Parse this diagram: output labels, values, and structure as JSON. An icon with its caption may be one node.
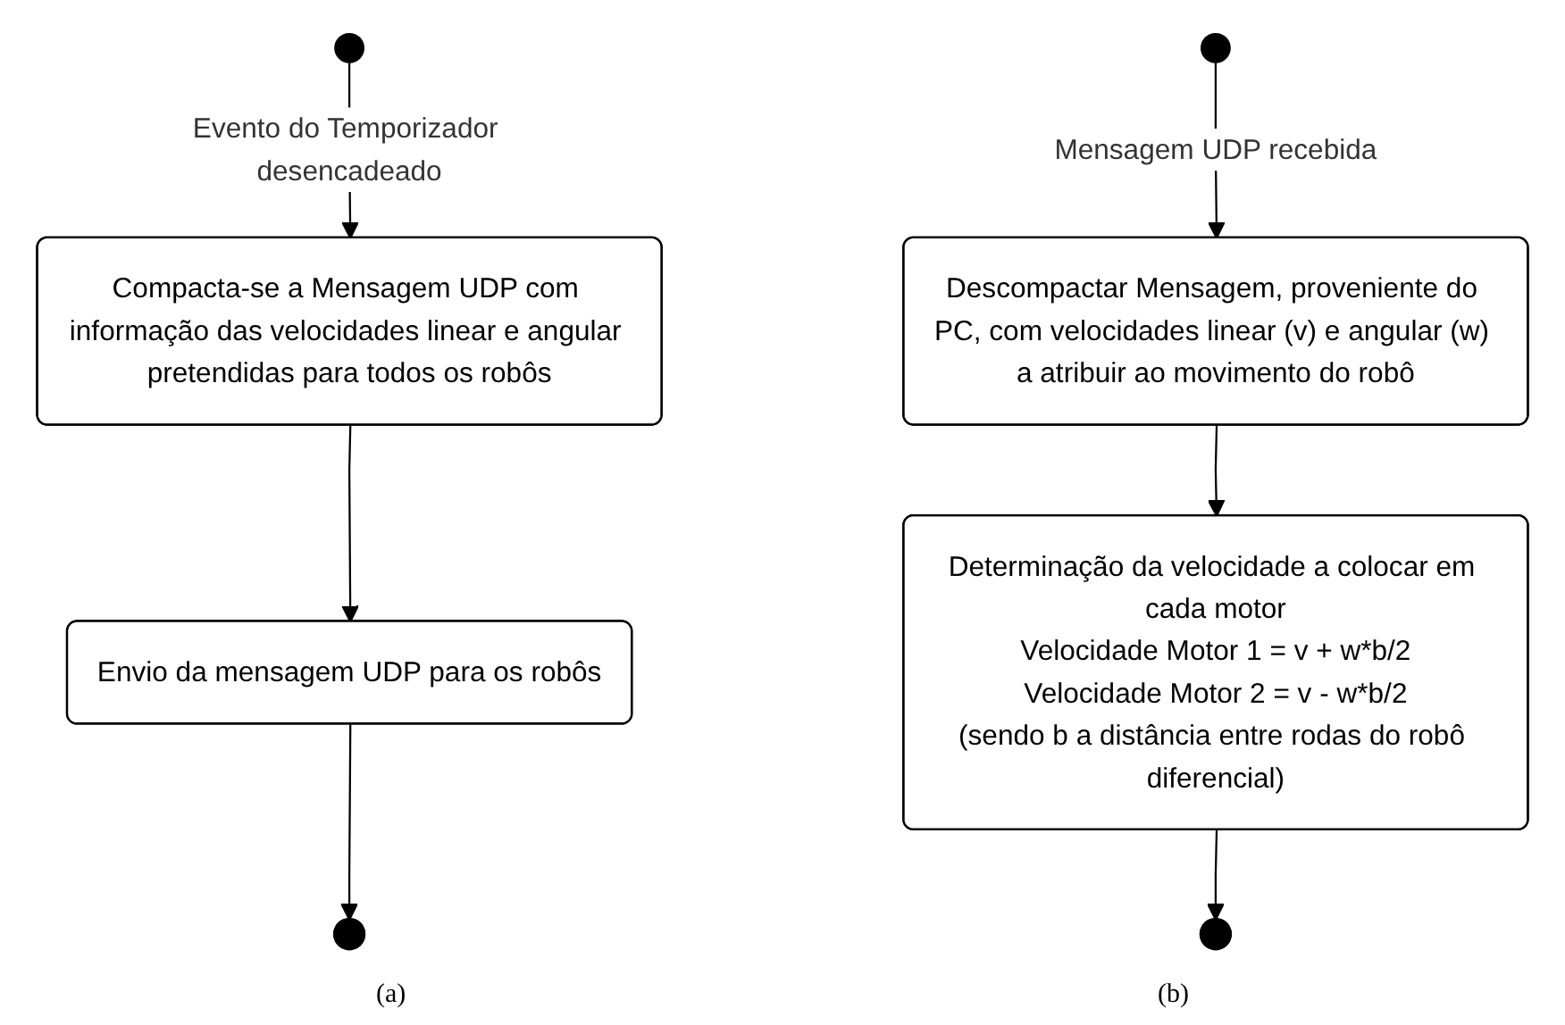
{
  "diagram": {
    "nodes": [
      {
        "text": [],
        "shape": "circle"
      },
      {
        "text": [
          "Compacta-se a Mensagem UDP com informação das velocidades linear e angular pretendidas para todos os robôs"
        ]
      },
      {
        "text": [
          "Envio da mensagem UDP para os robôs"
        ]
      },
      {
        "text": [],
        "shape": "circle"
      },
      {
        "text": [],
        "shape": "circle"
      },
      {
        "text": [
          "Descompactar Mensagem, proveniente do PC, com velocidades linear (v) e angular (w) a atribuir ao movimento do robô"
        ]
      },
      {
        "text": [
          "Determinação da velocidade a colocar em cada motor",
          "Velocidade Motor 1 = v + w*b/2",
          "Velocidade Motor 2 = v - w*b/2",
          "(sendo b a distância entre rodas do robô diferencial)"
        ]
      },
      {
        "text": [],
        "shape": "circle"
      }
    ],
    "edges": [
      {
        "from": 0,
        "to": 1,
        "arrow": "to",
        "label": "Evento do Temporizador desencadeado"
      },
      {
        "from": 1,
        "to": 2,
        "arrow": "to"
      },
      {
        "from": 2,
        "to": 3,
        "arrow": "to"
      },
      {
        "from": 4,
        "to": 5,
        "arrow": "to",
        "label": "Mensagem UDP recebida"
      },
      {
        "from": 5,
        "to": 6,
        "arrow": "to"
      },
      {
        "from": 6,
        "to": 7,
        "arrow": "to"
      }
    ],
    "labels": [
      "(a)",
      "(b)"
    ]
  }
}
